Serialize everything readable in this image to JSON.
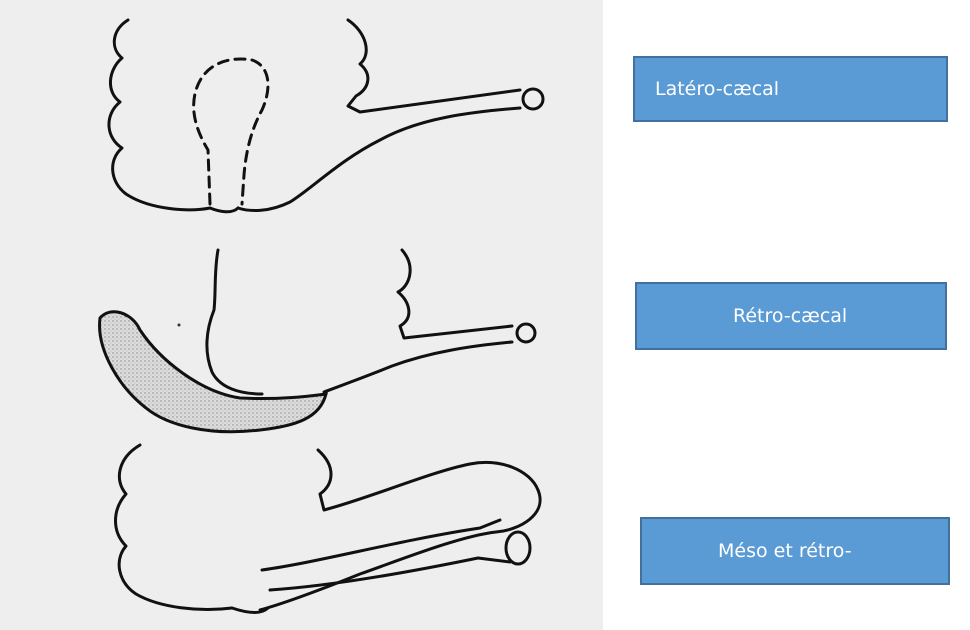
{
  "colors": {
    "scan_background": "#eeeeee",
    "ink": "#111111",
    "stipple": "#cfcfcf",
    "label_box": "#5b9bd5",
    "label_box_border": "#41719c",
    "label_text": "#ffffff"
  },
  "labels": [
    {
      "text": "Latéro-cæcal"
    },
    {
      "text": "Rétro-cæcal"
    },
    {
      "text": "Méso et rétro-"
    }
  ],
  "figures": [
    {
      "id": "latero-caecal",
      "appendix_style": "dashed"
    },
    {
      "id": "retro-caecal",
      "appendix_style": "stippled"
    },
    {
      "id": "meso-retro",
      "appendix_style": "outline"
    }
  ]
}
